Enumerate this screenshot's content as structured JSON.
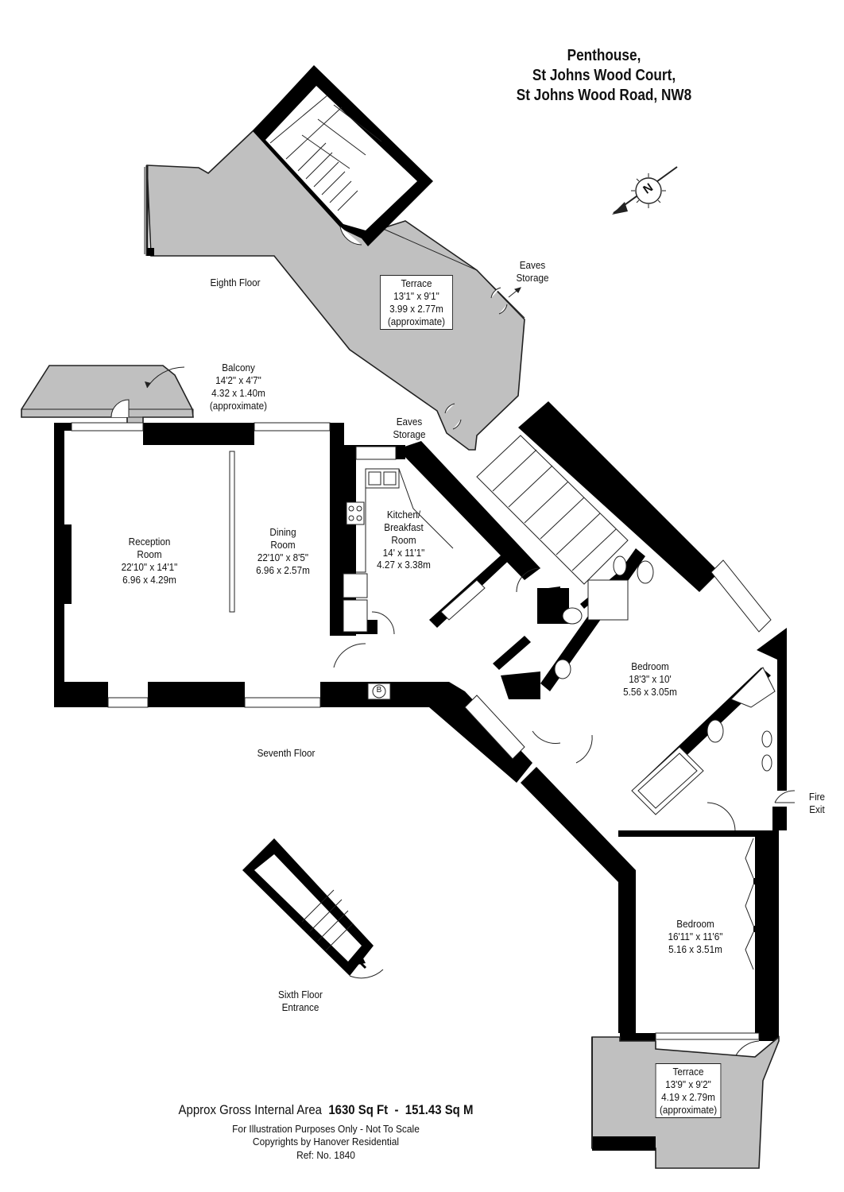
{
  "title": {
    "line1": "Penthouse,",
    "line2": "St Johns Wood Court,",
    "line3": "St Johns Wood Road, NW8"
  },
  "compass": {
    "letter": "N",
    "icon": "north-arrow-icon"
  },
  "floors": {
    "eighth": "Eighth Floor",
    "seventh": "Seventh Floor",
    "sixth_1": "Sixth Floor",
    "sixth_2": "Entrance"
  },
  "rooms": {
    "terrace_top": {
      "name": "Terrace",
      "imperial": "13'1\" x 9'1\"",
      "metric": "3.99 x 2.77m",
      "note": "(approximate)"
    },
    "balcony": {
      "name": "Balcony",
      "imperial": "14'2\" x 4'7\"",
      "metric": "4.32 x 1.40m",
      "note": "(approximate)"
    },
    "reception": {
      "name1": "Reception",
      "name2": "Room",
      "imperial": "22'10\" x 14'1\"",
      "metric": "6.96 x 4.29m"
    },
    "dining": {
      "name1": "Dining",
      "name2": "Room",
      "imperial": "22'10\" x 8'5\"",
      "metric": "6.96 x 2.57m"
    },
    "kitchen": {
      "name1": "Kitchen/",
      "name2": "Breakfast",
      "name3": "Room",
      "imperial": "14' x 11'1\"",
      "metric": "4.27 x 3.38m"
    },
    "bedroom1": {
      "name": "Bedroom",
      "imperial": "18'3\" x 10'",
      "metric": "5.56 x 3.05m"
    },
    "bedroom2": {
      "name": "Bedroom",
      "imperial": "16'11\" x 11'6\"",
      "metric": "5.16 x 3.51m"
    },
    "terrace_bottom": {
      "name": "Terrace",
      "imperial": "13'9\" x 9'2\"",
      "metric": "4.19 x 2.79m",
      "note": "(approximate)"
    }
  },
  "labels": {
    "eaves_top_1": "Eaves",
    "eaves_top_2": "Storage",
    "eaves_bottom_1": "Eaves",
    "eaves_bottom_2": "Storage",
    "fire_1": "Fire",
    "fire_2": "Exit",
    "boiler": "B"
  },
  "area": {
    "prefix": "Approx Gross Internal Area",
    "sqft": "1630 Sq Ft",
    "dash": "-",
    "sqm": "151.43 Sq M"
  },
  "footer": {
    "line1": "For Illustration Purposes Only - Not To Scale",
    "line2": "Copyrights by Hanover Residential",
    "line3": "Ref: No. 1840"
  },
  "colors": {
    "wall": "#000000",
    "outdoor": "#c0c0c0",
    "line": "#222222",
    "paper": "#ffffff"
  }
}
